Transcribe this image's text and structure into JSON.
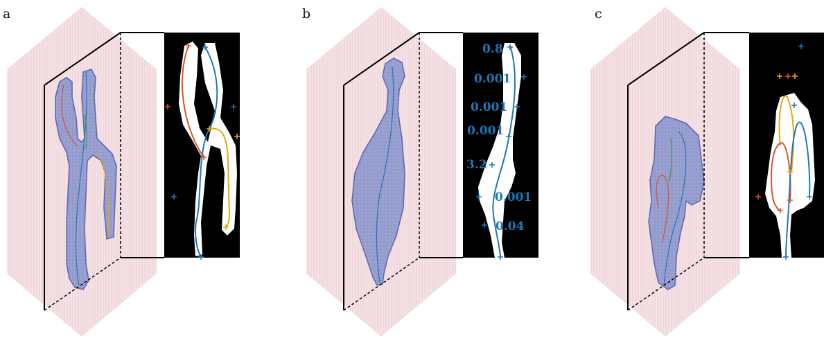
{
  "figure": {
    "colors": {
      "hexagon_fill": "#f3dde1",
      "hexagon_stripe": "#e8c4cb",
      "volume_fill": "#7d8cc9",
      "volume_edge": "#3b4fa0",
      "mask_background": "#000000",
      "mask_shape": "#ffffff",
      "blue": "#1f77b4",
      "orange": "#e8a317",
      "red": "#d9542b",
      "green": "#3a9a4a"
    },
    "panels": [
      {
        "letter": "a",
        "weights": []
      },
      {
        "letter": "b",
        "weights": [
          {
            "text": "0.8"
          },
          {
            "text": "0.001"
          },
          {
            "text": "0.001"
          },
          {
            "text": "0.001"
          },
          {
            "text": "3.2"
          },
          {
            "text": "0.001"
          },
          {
            "text": "0.04"
          }
        ]
      },
      {
        "letter": "c",
        "weights": []
      }
    ]
  }
}
